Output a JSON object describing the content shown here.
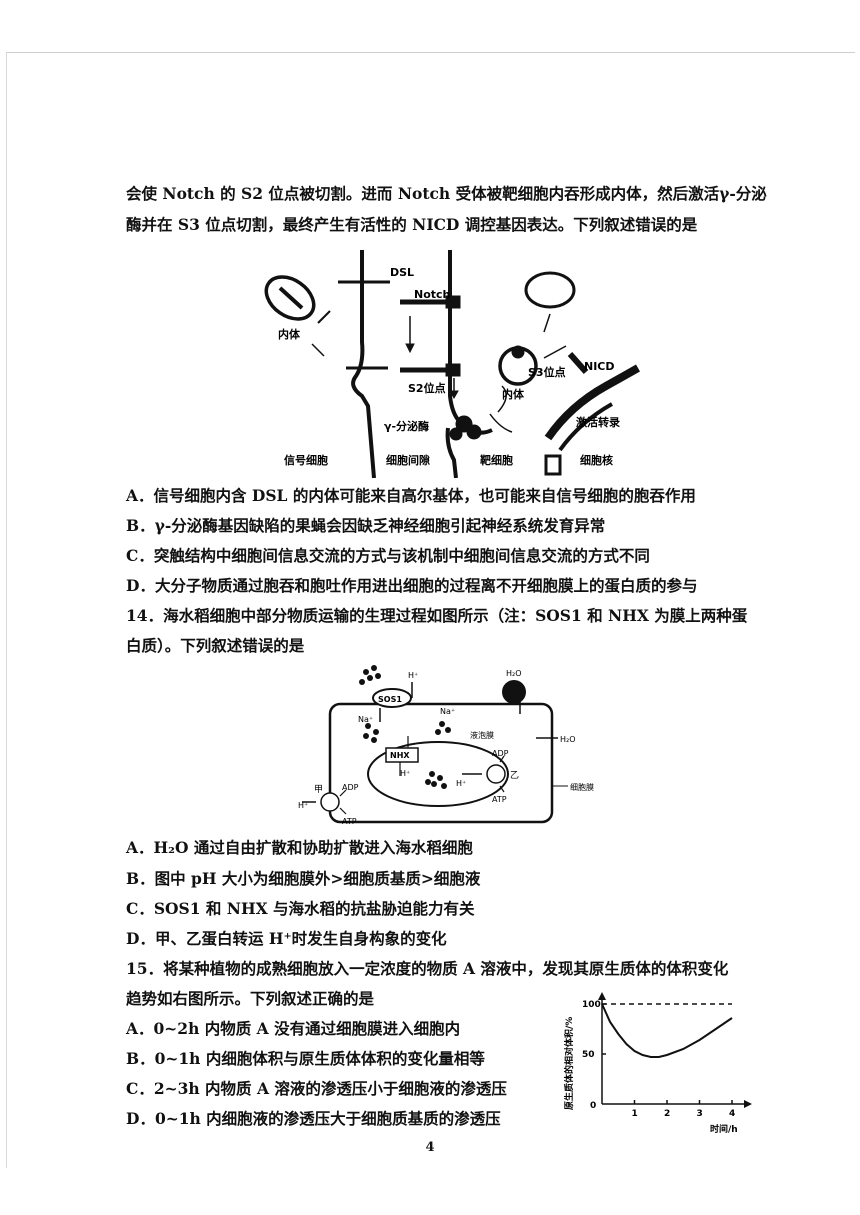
{
  "intro": {
    "line1": "会使 Notch 的 S2 位点被切割。进而 Notch 受体被靶细胞内吞形成内体，然后激活γ-分泌",
    "line2": "酶并在 S3 位点切割，最终产生有活性的 NICD 调控基因表达。下列叙述错误的是"
  },
  "fig13": {
    "label_dsl": "DSL",
    "label_notch": "Notch",
    "label_endosome_left": "内体",
    "label_s2": "S2位点",
    "label_s3": "S3位点",
    "label_endosome_right": "内体",
    "label_nicd": "NICD",
    "label_gamma": "γ-分泌酶",
    "label_activate": "激活转录",
    "label_signal_cell": "信号细胞",
    "label_intercellular": "细胞间隙",
    "label_target_cell": "靶细胞",
    "label_nucleus": "细胞核"
  },
  "q13_options": [
    "A．信号细胞内含 DSL 的内体可能来自高尔基体，也可能来自信号细胞的胞吞作用",
    "B．γ-分泌酶基因缺陷的果蝇会因缺乏神经细胞引起神经系统发育异常",
    "C．突触结构中细胞间信息交流的方式与该机制中细胞间信息交流的方式不同",
    "D．大分子物质通过胞吞和胞吐作用进出细胞的过程离不开细胞膜上的蛋白质的参与"
  ],
  "q14": {
    "line1": "14．海水稻细胞中部分物质运输的生理过程如图所示（注：SOS1 和 NHX 为膜上两种蛋",
    "line2": "白质）。下列叙述错误的是"
  },
  "fig14": {
    "label_sos1": "SOS1",
    "label_h_top": "H⁺",
    "label_h2o_ball": "H₂O",
    "label_na_left": "Na⁺",
    "label_na_mid": "Na⁺",
    "label_vacuole_membrane": "液泡膜",
    "label_h2o_right": "H₂O",
    "label_nhx": "NHX",
    "label_adp_right": "ADP",
    "label_yi": "乙",
    "label_h_inner": "H⁺",
    "label_h_inner2": "H⁺",
    "label_atp_right": "ATP",
    "label_cell_membrane": "细胞膜",
    "label_jia": "甲",
    "label_adp_left": "ADP",
    "label_h_left": "H⁺",
    "label_atp_left": "ATP"
  },
  "q14_options": [
    "A．H₂O 通过自由扩散和协助扩散进入海水稻细胞",
    "B．图中 pH 大小为细胞膜外>细胞质基质>细胞液",
    "C．SOS1 和 NHX 与海水稻的抗盐胁迫能力有关",
    "D．甲、乙蛋白转运 H⁺时发生自身构象的变化"
  ],
  "q15": {
    "line1": "15．将某种植物的成熟细胞放入一定浓度的物质 A 溶液中，发现其原生质体的体积变化",
    "line2": "趋势如右图所示。下列叙述正确的是"
  },
  "q15_options": [
    "A．0~2h 内物质 A 没有通过细胞膜进入细胞内",
    "B．0~1h 内细胞体积与原生质体体积的变化量相等",
    "C．2~3h 内物质 A 溶液的渗透压小于细胞液的渗透压",
    "D．0~1h 内细胞液的渗透压大于细胞质基质的渗透压"
  ],
  "chart_data": {
    "type": "line",
    "xlabel": "时间/h",
    "ylabel": "原生质体的相对体积/%",
    "x_ticks": [
      "0",
      "1",
      "2",
      "3",
      "4"
    ],
    "y_ticks": [
      "0",
      "50",
      "100"
    ],
    "xlim": [
      0,
      4
    ],
    "ylim": [
      0,
      100
    ],
    "series": [
      {
        "style": "solid",
        "x": [
          0,
          0.25,
          0.5,
          0.75,
          1.0,
          1.25,
          1.5,
          1.75,
          2.0,
          2.5,
          3.0,
          3.5,
          4.0
        ],
        "y": [
          100,
          82,
          70,
          60,
          53,
          49,
          47,
          47,
          49,
          55,
          64,
          75,
          86
        ]
      },
      {
        "style": "dashed",
        "x": [
          0,
          4
        ],
        "y": [
          100,
          100
        ]
      }
    ]
  },
  "page_number": "4"
}
